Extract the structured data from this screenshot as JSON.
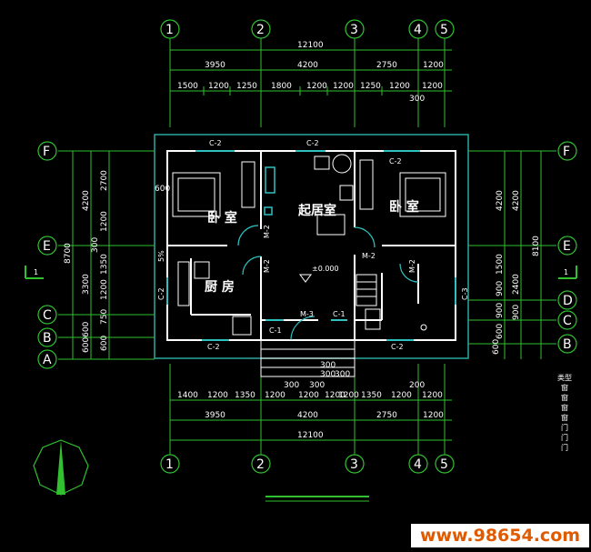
{
  "colors": {
    "dim": "#30c030",
    "wall": "#ffffff",
    "outline": "#2aa8a0",
    "window": "#30c0c0",
    "door": "#30c0c0",
    "bubble": "#30c030"
  },
  "axes": {
    "top": [
      "1",
      "2",
      "3",
      "4",
      "5"
    ],
    "bottom": [
      "1",
      "2",
      "3",
      "4",
      "5"
    ],
    "left": [
      "F",
      "E",
      "C",
      "B",
      "A"
    ],
    "right": [
      "F",
      "E",
      "D",
      "C",
      "B"
    ]
  },
  "dims": {
    "top_total": "12100",
    "top_mid": [
      "3950",
      "4200",
      "2750",
      "1200"
    ],
    "top_fine": [
      "1500",
      "1200",
      "1250",
      "1800",
      "1200",
      "1200",
      "1250",
      "1200",
      "1200"
    ],
    "top_300": "300",
    "bottom_fine": [
      "1400",
      "1200",
      "1350",
      "1200",
      "1200",
      "1200",
      "1200",
      "1350",
      "1200",
      "1200"
    ],
    "bottom_mid": [
      "3950",
      "4200",
      "2750",
      "1200"
    ],
    "bottom_total": "12100",
    "step_dims": [
      "300",
      "300",
      "300",
      "300",
      "300",
      "200"
    ],
    "left_total": "8700",
    "left_mid": [
      "4200",
      "3300",
      "600600"
    ],
    "left_fine": [
      "2700",
      "1200",
      "300",
      "1350",
      "1200",
      "750",
      "600"
    ],
    "left_600": "600",
    "right_mid": [
      "4200",
      "2400",
      "600"
    ],
    "right_fine": [
      "4200",
      "1500",
      "900",
      "900",
      "600"
    ],
    "right_total": "8100",
    "right_extra": "900"
  },
  "rooms": {
    "bedroom_left": "卧  室",
    "living": "起居室",
    "bedroom_right": "卧  室",
    "kitchen": "厨  房",
    "level": "±0.000"
  },
  "tags": {
    "c2_list": [
      "C-2",
      "C-2",
      "C-2",
      "C-2",
      "C-2",
      "C-2"
    ],
    "c3": "C-3",
    "c1": [
      "C-1",
      "C-1"
    ],
    "m2": [
      "M-2",
      "M-2",
      "M-2",
      "M-2"
    ],
    "m3": "M-3",
    "slope": "5%",
    "section": [
      "1",
      "1"
    ]
  },
  "legend": {
    "title": "类型",
    "items": [
      "窗",
      "窗",
      "窗",
      "窗",
      "门",
      "门",
      "门"
    ]
  },
  "watermark": "www.98654.com"
}
